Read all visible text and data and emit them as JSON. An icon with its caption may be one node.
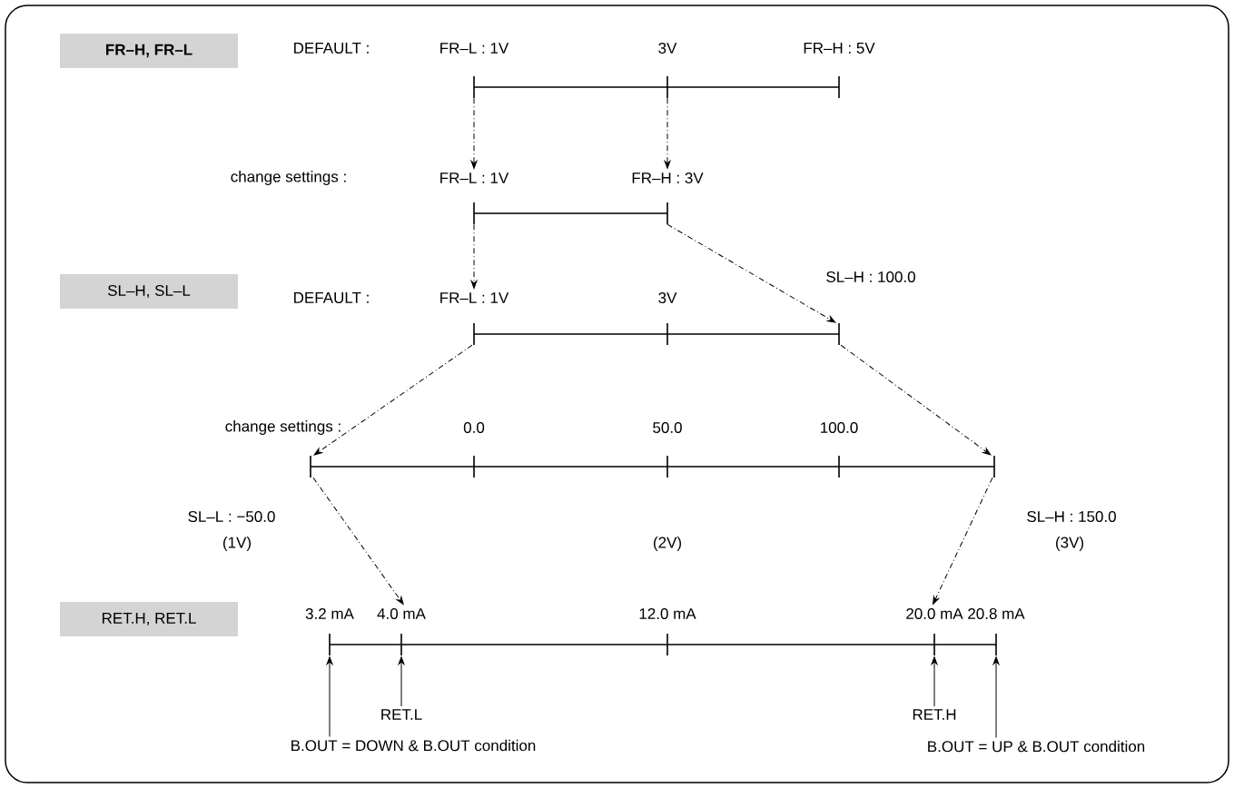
{
  "diagram": {
    "nodes": [
      {
        "text": [
          "FR–H, FR–L"
        ]
      },
      {
        "text": [],
        "shape": "bar"
      },
      {
        "text": [
          "FR–L : 1V"
        ]
      },
      {
        "text": [
          "FR–H : 3V"
        ]
      },
      {
        "text": [],
        "shape": "bar"
      },
      {
        "text": [
          "SL–H, SL–L"
        ]
      },
      {
        "text": [
          "FR–L : 1V"
        ]
      },
      {
        "text": [],
        "shape": "bar"
      },
      {
        "text": [],
        "shape": "bar"
      },
      {
        "text": [
          "RET.H, RET.L"
        ]
      },
      {
        "text": [
          "4.0 mA"
        ]
      },
      {
        "text": [
          "20.0 mA"
        ]
      },
      {
        "text": [],
        "shape": "bar"
      },
      {
        "text": [
          "RET.L"
        ]
      },
      {
        "text": [
          "RET.H"
        ]
      },
      {
        "text": [
          "B.OUT = DOWN & B.OUT condition"
        ]
      },
      {
        "text": [
          "B.OUT = UP & B.OUT condition"
        ]
      }
    ],
    "edges": [
      {
        "from": 1,
        "to": 2,
        "arrow": "to",
        "style": "dashed"
      },
      {
        "from": 1,
        "to": 3,
        "arrow": "to",
        "style": "dashed"
      },
      {
        "from": 4,
        "to": 6,
        "arrow": "to",
        "style": "dashed"
      },
      {
        "from": 4,
        "to": 7,
        "arrow": "to",
        "style": "dashed"
      },
      {
        "from": 7,
        "to": 8,
        "arrow": "to",
        "style": "dashed"
      },
      {
        "from": 7,
        "to": 8,
        "arrow": "to",
        "style": "dashed"
      },
      {
        "from": 8,
        "to": 10,
        "arrow": "to",
        "style": "dashed"
      },
      {
        "from": 8,
        "to": 11,
        "arrow": "to",
        "style": "dashed"
      },
      {
        "from": 15,
        "to": 12,
        "arrow": "to"
      },
      {
        "from": 13,
        "to": 12,
        "arrow": "to"
      },
      {
        "from": 14,
        "to": 12,
        "arrow": "to"
      },
      {
        "from": 16,
        "to": 12,
        "arrow": "to"
      }
    ],
    "labels": [
      "DEFAULT :",
      "FR–L : 1V",
      "3V",
      "FR–H : 5V",
      "change settings :",
      "SL–H : 100.0",
      "DEFAULT :",
      "3V",
      "change settings :",
      "0.0",
      "50.0",
      "100.0",
      "SL–L : −50.0",
      "SL–H : 150.0",
      "(1V)",
      "(2V)",
      "(3V)",
      "3.2 mA",
      "12.0 mA",
      "20.8 mA"
    ]
  }
}
